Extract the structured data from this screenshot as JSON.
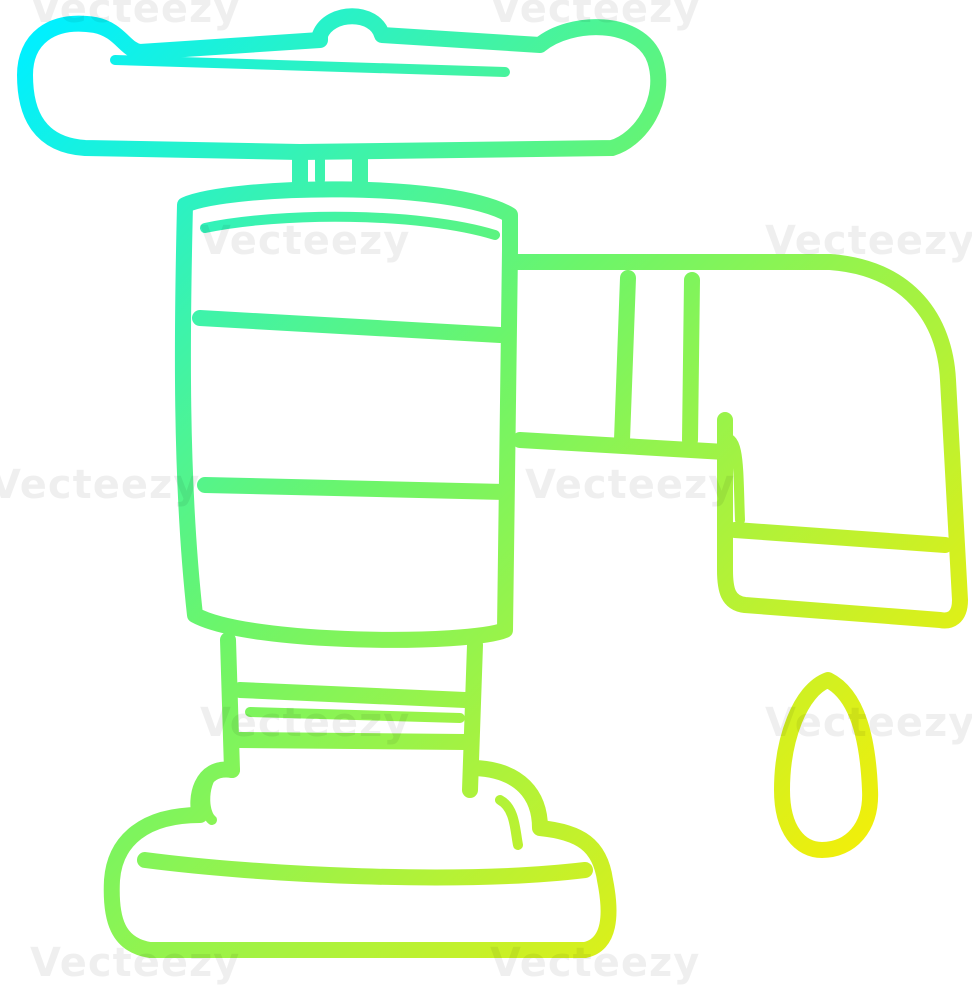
{
  "image": {
    "subject": "tap",
    "style": "line-drawing",
    "gradient": {
      "start": "#00f0ff",
      "mid": "#6cf56a",
      "end": "#ffee00"
    },
    "background": "#ffffff"
  },
  "watermark": {
    "text": "Vecteezy"
  }
}
